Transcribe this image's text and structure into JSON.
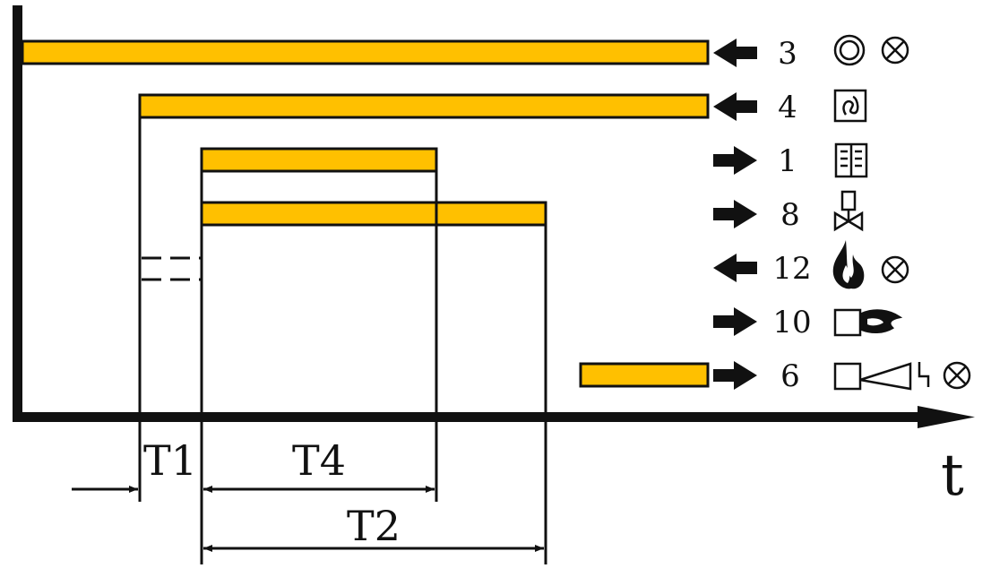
{
  "colors": {
    "bar_fill": "#FFC000",
    "stroke": "#111111",
    "background": "#FFFFFF"
  },
  "axis": {
    "x_label": "t"
  },
  "signals": [
    {
      "number": "3",
      "direction": "in",
      "icons": [
        "power-icon",
        "lamp-icon"
      ]
    },
    {
      "number": "4",
      "direction": "in",
      "icons": [
        "air-pressure-switch-icon"
      ]
    },
    {
      "number": "1",
      "direction": "out",
      "icons": [
        "thermostat-icon"
      ]
    },
    {
      "number": "8",
      "direction": "out",
      "icons": [
        "gas-valve-icon"
      ]
    },
    {
      "number": "12",
      "direction": "in",
      "icons": [
        "flame-icon",
        "lamp-icon"
      ]
    },
    {
      "number": "10",
      "direction": "out",
      "icons": [
        "ignition-icon"
      ]
    },
    {
      "number": "6",
      "direction": "out",
      "icons": [
        "lockout-alarm-icon",
        "lamp-icon"
      ]
    }
  ],
  "intervals": [
    {
      "label": "T1"
    },
    {
      "label": "T4"
    },
    {
      "label": "T2"
    }
  ]
}
